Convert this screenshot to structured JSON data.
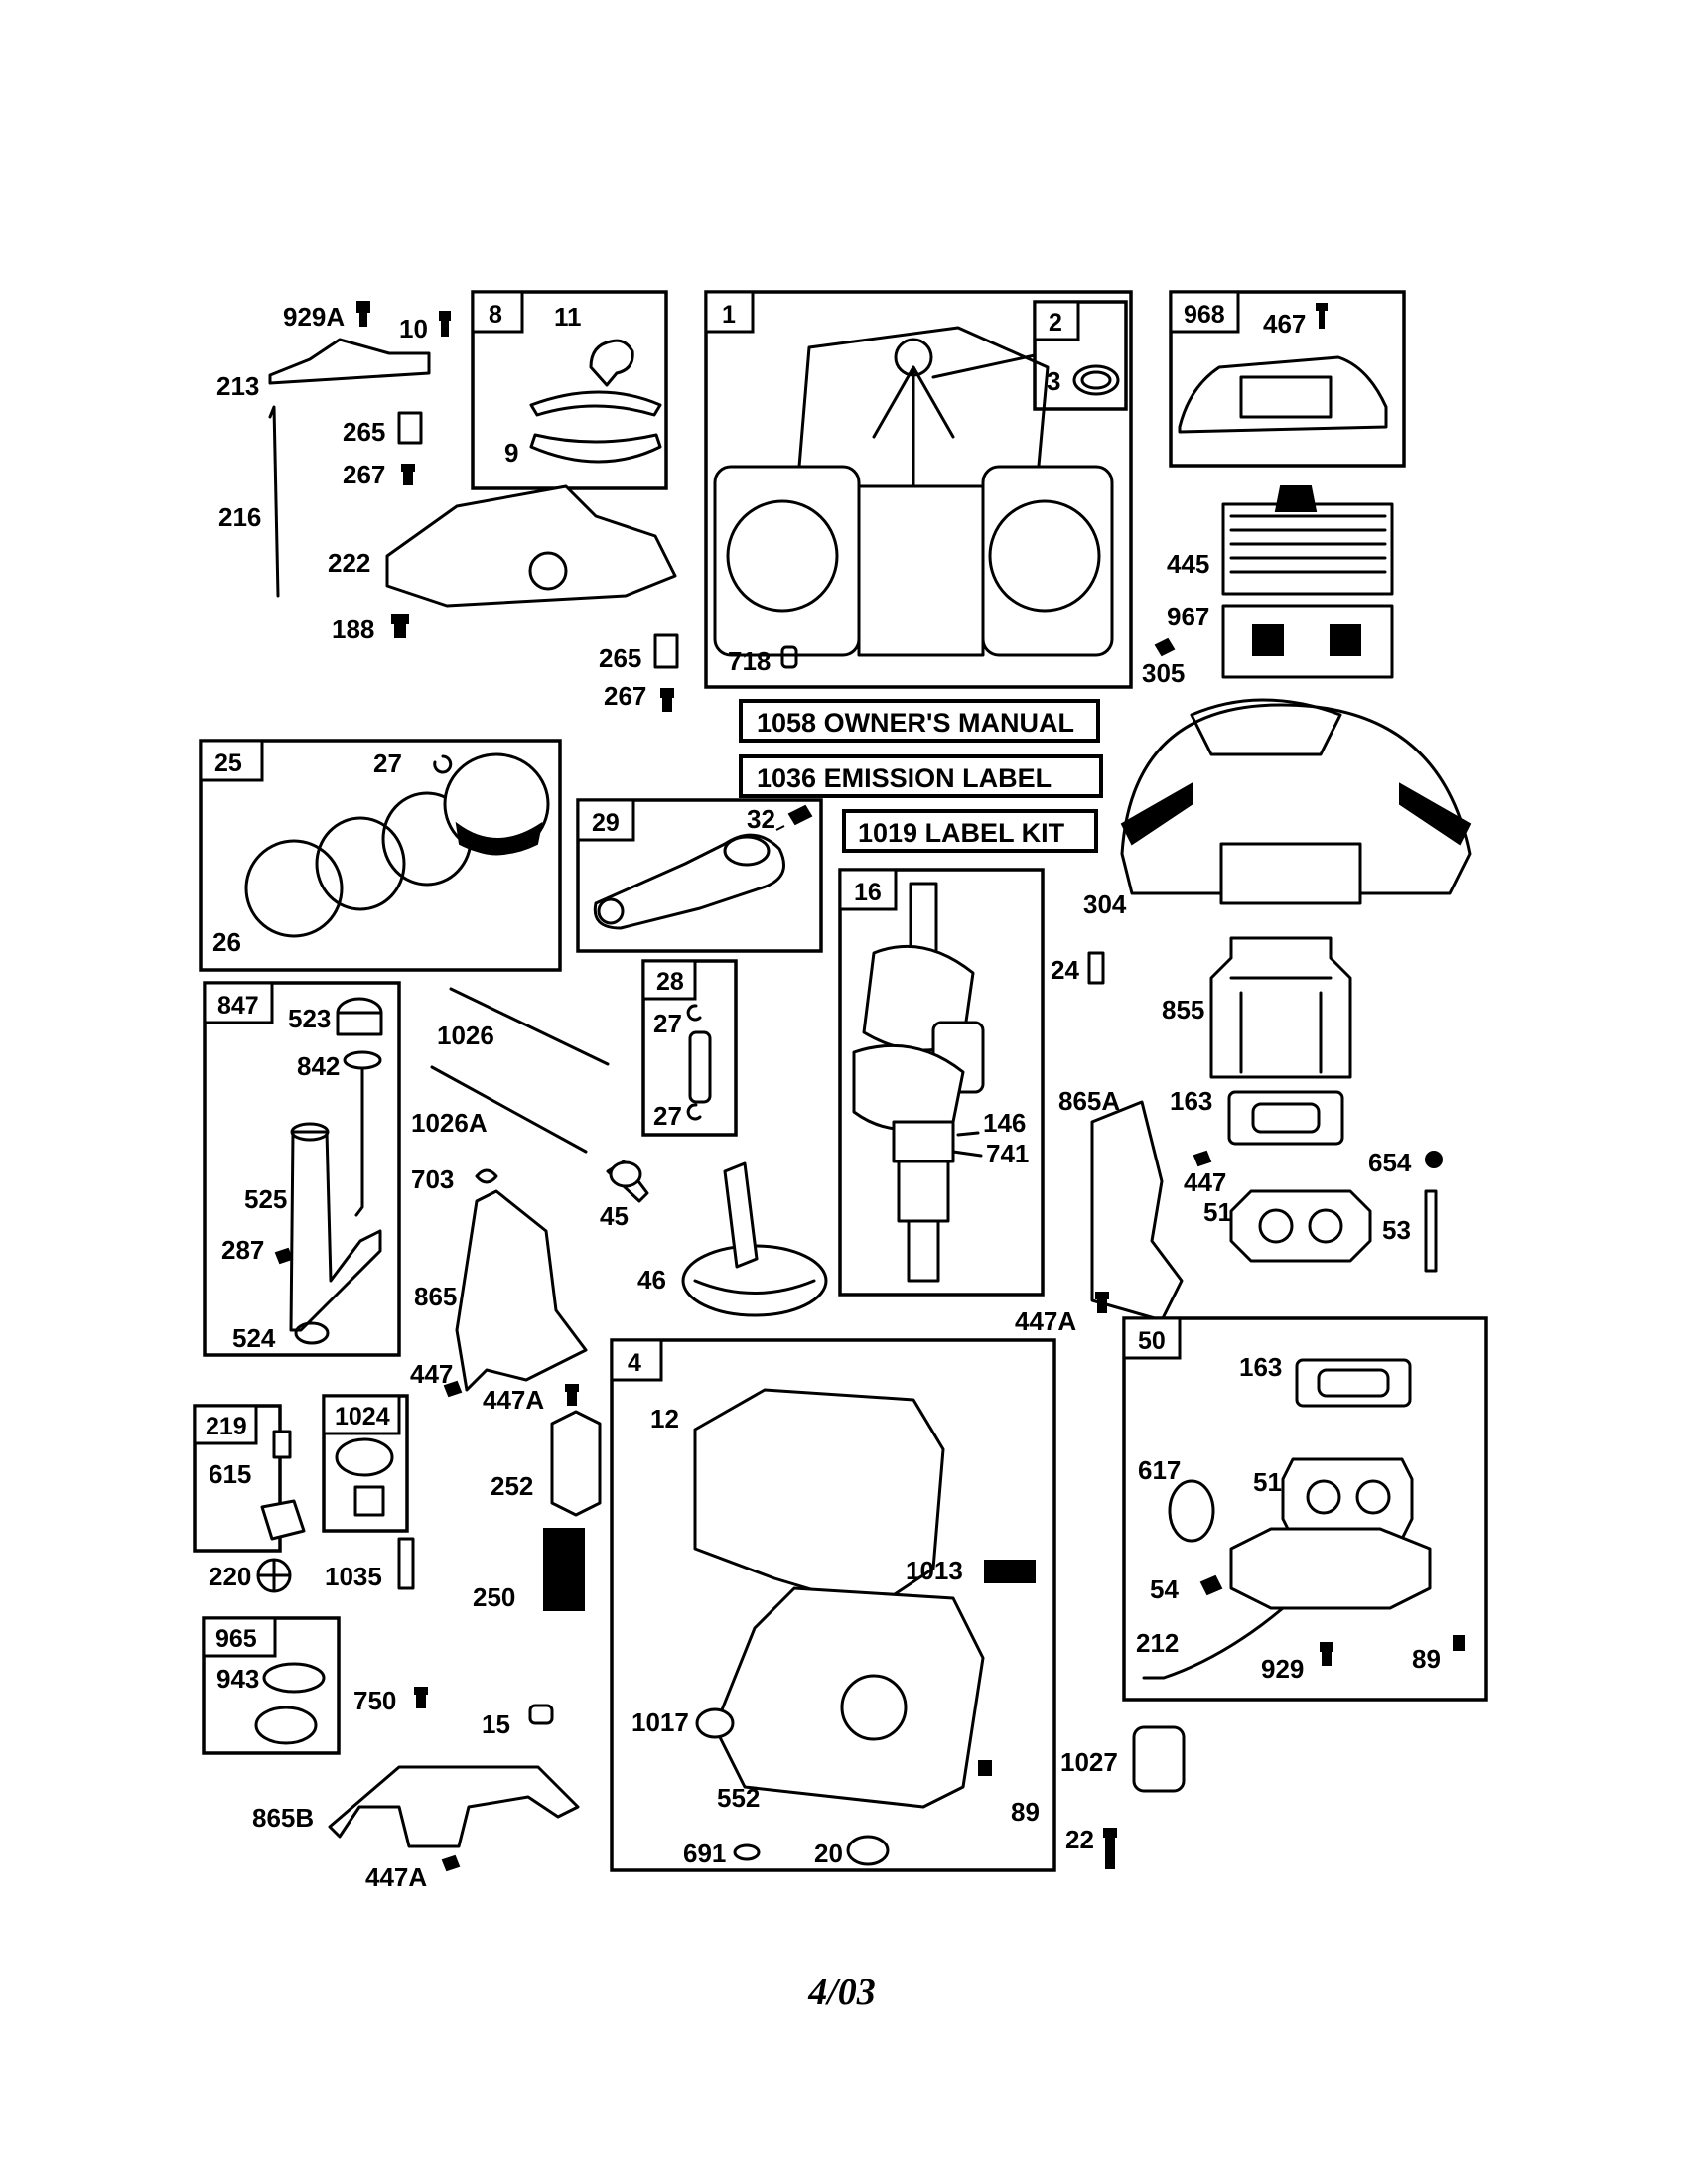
{
  "footer": {
    "date": "4/03"
  },
  "kit_labels": {
    "owners_manual": "1058 OWNER'S MANUAL",
    "emission_label": "1036 EMISSION LABEL",
    "label_kit": "1019 LABEL KIT"
  },
  "box_tags": {
    "b8": "8",
    "b1": "1",
    "b2": "2",
    "b968": "968",
    "b25": "25",
    "b29": "29",
    "b16": "16",
    "b28": "28",
    "b847": "847",
    "b4": "4",
    "b50": "50",
    "b219": "219",
    "b1024": "1024",
    "b965": "965"
  },
  "callouts": {
    "p929A": "929A",
    "p10": "10",
    "p213": "213",
    "p265a": "265",
    "p267a": "267",
    "p216": "216",
    "p222": "222",
    "p188": "188",
    "p11": "11",
    "p9": "9",
    "p3": "3",
    "p718": "718",
    "p467": "467",
    "p445": "445",
    "p967": "967",
    "p305": "305",
    "p265b": "265",
    "p267b": "267",
    "p27a": "27",
    "p26": "26",
    "p32": "32",
    "p304": "304",
    "p24": "24",
    "p855": "855",
    "p146": "146",
    "p741": "741",
    "p865A": "865A",
    "p163a": "163",
    "p447a": "447",
    "p654": "654",
    "p51a": "51",
    "p53": "53",
    "p447Aa": "447A",
    "p523": "523",
    "p842": "842",
    "p525": "525",
    "p287": "287",
    "p524": "524",
    "p1026": "1026",
    "p1026A": "1026A",
    "p703": "703",
    "p865": "865",
    "p447b": "447",
    "p447Ab": "447A",
    "p45": "45",
    "p46": "46",
    "p27b": "27",
    "p27c": "27",
    "p615": "615",
    "p220": "220",
    "p1035": "1035",
    "p252": "252",
    "p250": "250",
    "p943": "943",
    "p750": "750",
    "p15": "15",
    "p865B": "865B",
    "p447Ac": "447A",
    "p12": "12",
    "p1013": "1013",
    "p1017": "1017",
    "p552": "552",
    "p89a": "89",
    "p691": "691",
    "p20": "20",
    "p163b": "163",
    "p617": "617",
    "p51b": "51",
    "p54": "54",
    "p212": "212",
    "p929": "929",
    "p89b": "89",
    "p1027": "1027",
    "p22": "22"
  }
}
